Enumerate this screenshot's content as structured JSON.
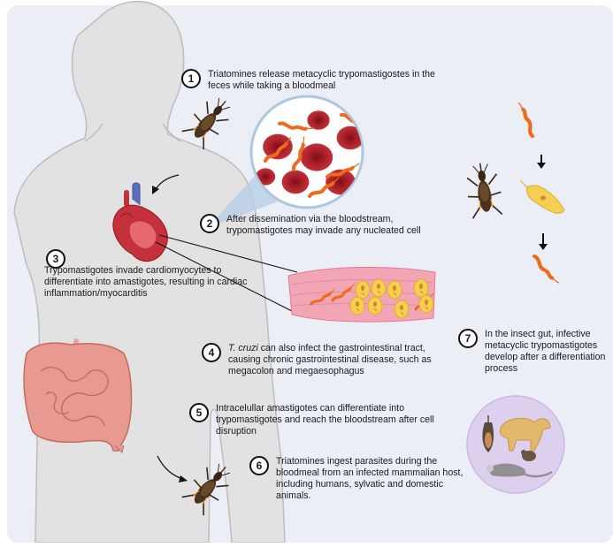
{
  "steps": [
    {
      "number": "1",
      "text": "Triatomines release metacyclic trypomastigostes in the feces while taking a bloodmeal"
    },
    {
      "number": "2",
      "text": "After dissemination via the bloodstream, trypomastigotes may invade any nucleated cell"
    },
    {
      "number": "3",
      "text": "Trypomastigotes invade cardiomyocytes to differentiate into amastigotes, resulting in cardiac inflammation/myocarditis"
    },
    {
      "number": "4",
      "text_italic": "T. cruzi",
      "text": " can also infect the gastrointestinal tract, causing chronic gastrointestinal disease, such as megacolon and megaesophagus"
    },
    {
      "number": "5",
      "text": "Intracelullar amastigotes can differentiate into trypomastigotes and reach the bloodstream after cell disruption"
    },
    {
      "number": "6",
      "text": "Triatomines ingest  parasites during the bloodmeal from an infected mammalian host, including humans, sylvatic and domestic animals."
    },
    {
      "number": "7",
      "text": "In the insect gut, infective metacyclic trypomastigotes develop  after a differentiation process"
    }
  ],
  "colors": {
    "background_panel": "#eceef6",
    "body_silhouette": "#e2e2e3",
    "body_outline": "#bdbdc0",
    "blood_cell": "#b4232c",
    "parasite": "#ef6a1c",
    "muscle": "#f2a5b5",
    "amastigote_cell": "#f3cf52",
    "intestine": "#e89a90",
    "bug": "#4a3320",
    "animal_circle": "#ddd0ef"
  },
  "icons": [
    "triatomine-bug-icon",
    "heart-icon",
    "red-blood-cell-icon",
    "trypomastigote-icon",
    "epimastigote-icon",
    "muscle-fiber-icon",
    "intestine-icon",
    "bat-icon",
    "dog-icon",
    "opossum-icon",
    "rat-icon"
  ]
}
